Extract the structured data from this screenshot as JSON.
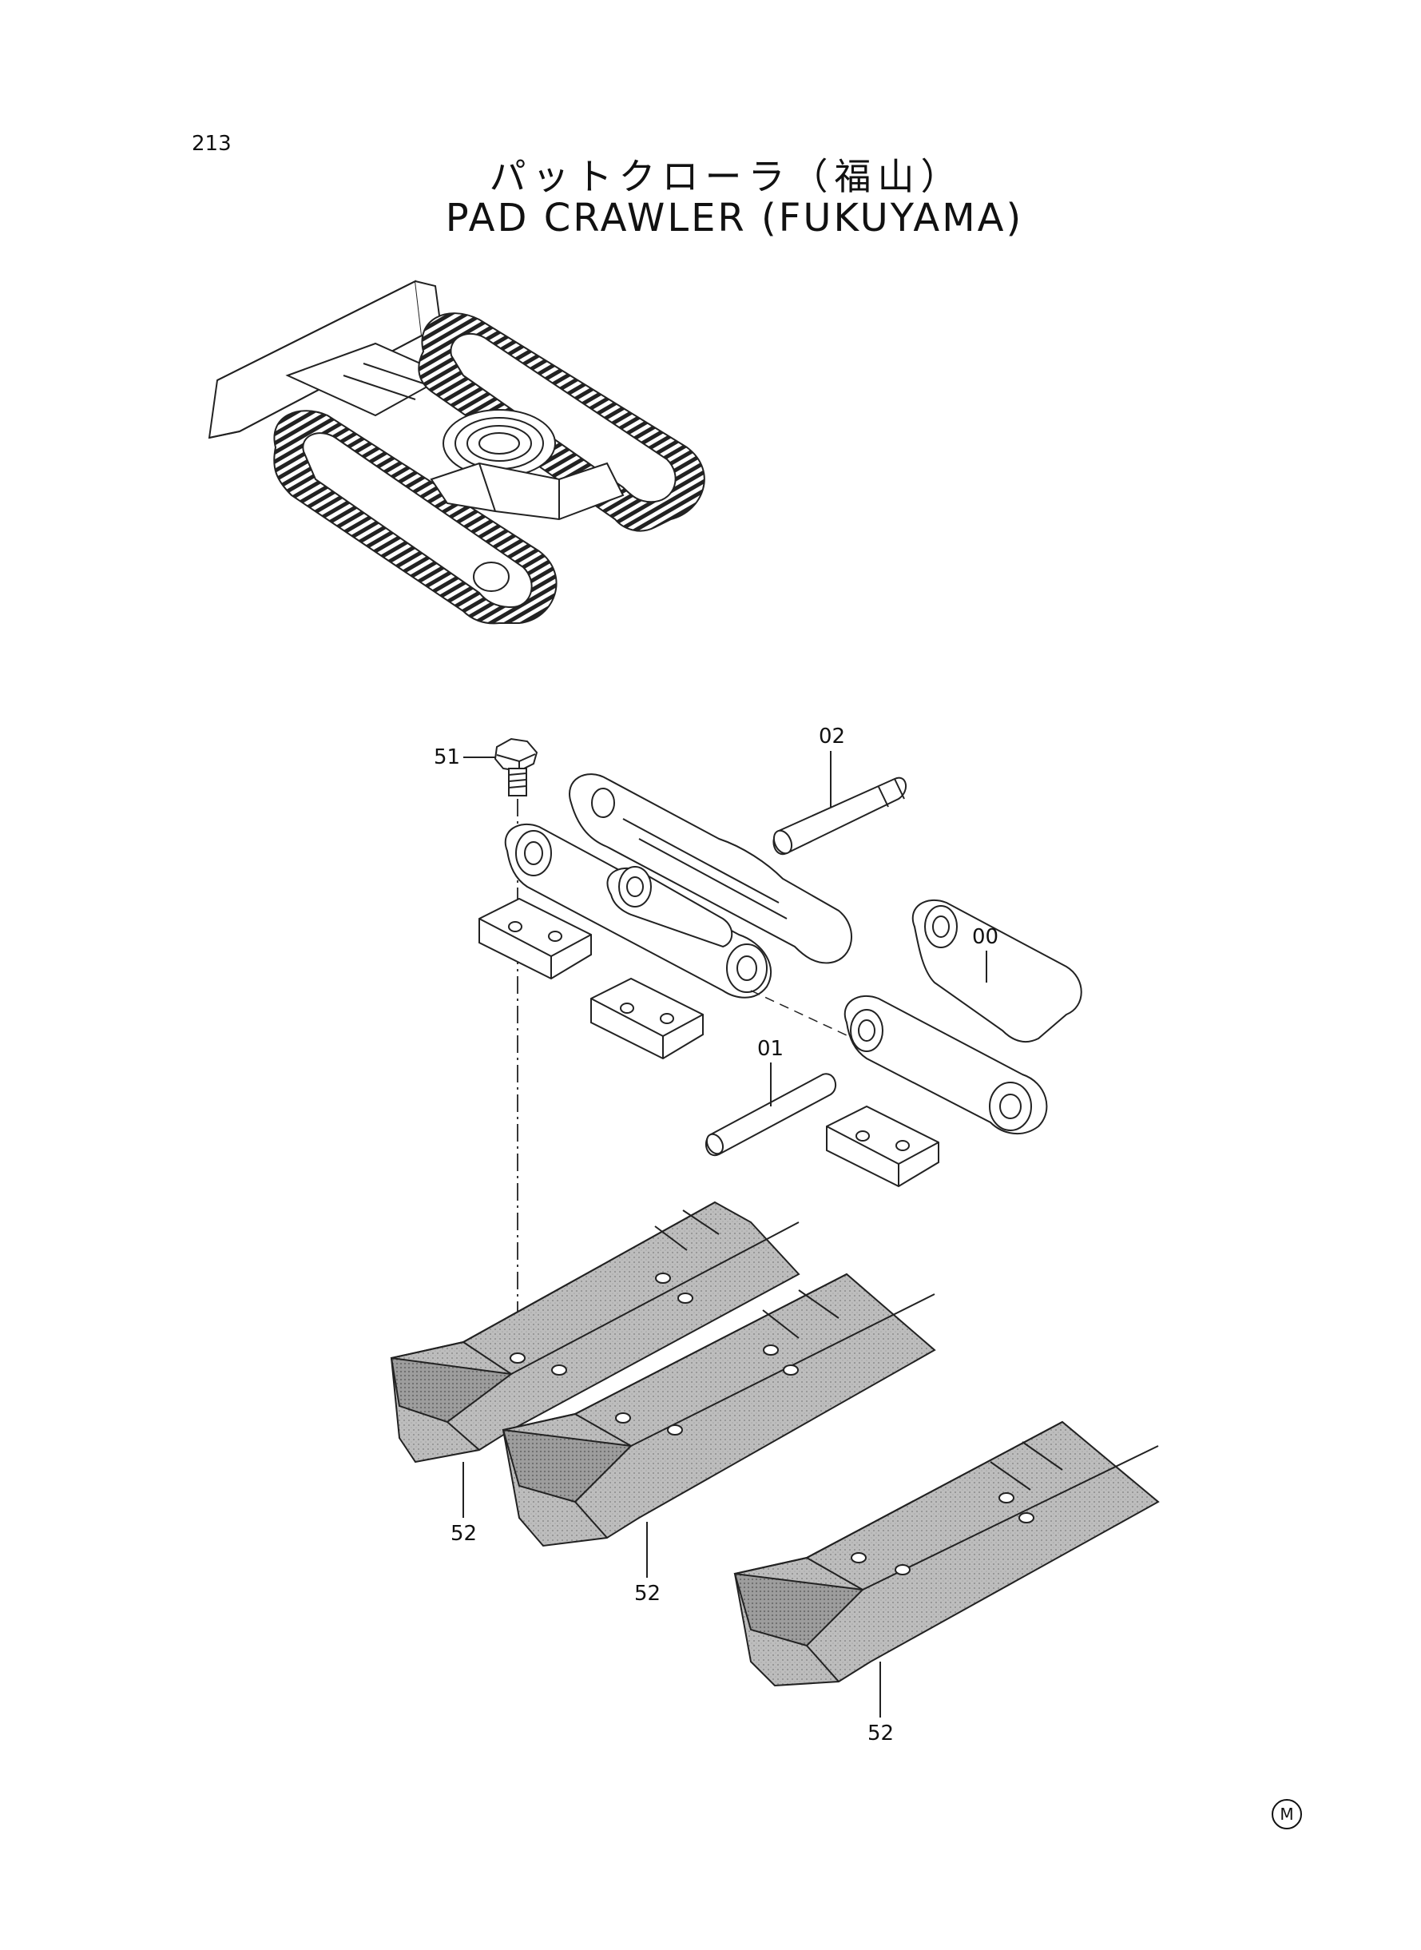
{
  "header": {
    "page_number": "213",
    "title_jp": "パットクローラ（福山）",
    "title_en": "PAD CRAWLER (FUKUYAMA)"
  },
  "callouts": {
    "bolt": "51",
    "master_pin": "02",
    "link_assembly": "00",
    "pin": "01",
    "shoe_a": "52",
    "shoe_b": "52",
    "shoe_c": "52"
  },
  "footer": {
    "mark": "M"
  }
}
